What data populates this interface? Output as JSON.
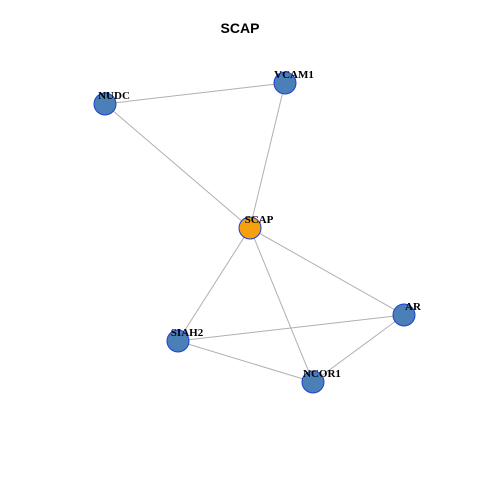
{
  "graph": {
    "title": "SCAP",
    "colors": {
      "hub": "#F5A00F",
      "node": "#4A7FB8",
      "node_border": "#1F3FD0",
      "edge": "#B0B0B0"
    },
    "nodes": [
      {
        "id": "SCAP",
        "label": "SCAP",
        "hub": true
      },
      {
        "id": "VCAM1",
        "label": "VCAM1",
        "hub": false
      },
      {
        "id": "NUDC",
        "label": "NUDC",
        "hub": false
      },
      {
        "id": "AR",
        "label": "AR",
        "hub": false
      },
      {
        "id": "SIAH2",
        "label": "SIAH2",
        "hub": false
      },
      {
        "id": "NCOR1",
        "label": "NCOR1",
        "hub": false
      }
    ],
    "edges": [
      {
        "source": "NUDC",
        "target": "VCAM1"
      },
      {
        "source": "NUDC",
        "target": "SCAP"
      },
      {
        "source": "VCAM1",
        "target": "SCAP"
      },
      {
        "source": "SCAP",
        "target": "SIAH2"
      },
      {
        "source": "SCAP",
        "target": "NCOR1"
      },
      {
        "source": "SCAP",
        "target": "AR"
      },
      {
        "source": "SIAH2",
        "target": "AR"
      },
      {
        "source": "SIAH2",
        "target": "NCOR1"
      },
      {
        "source": "NCOR1",
        "target": "AR"
      }
    ]
  }
}
